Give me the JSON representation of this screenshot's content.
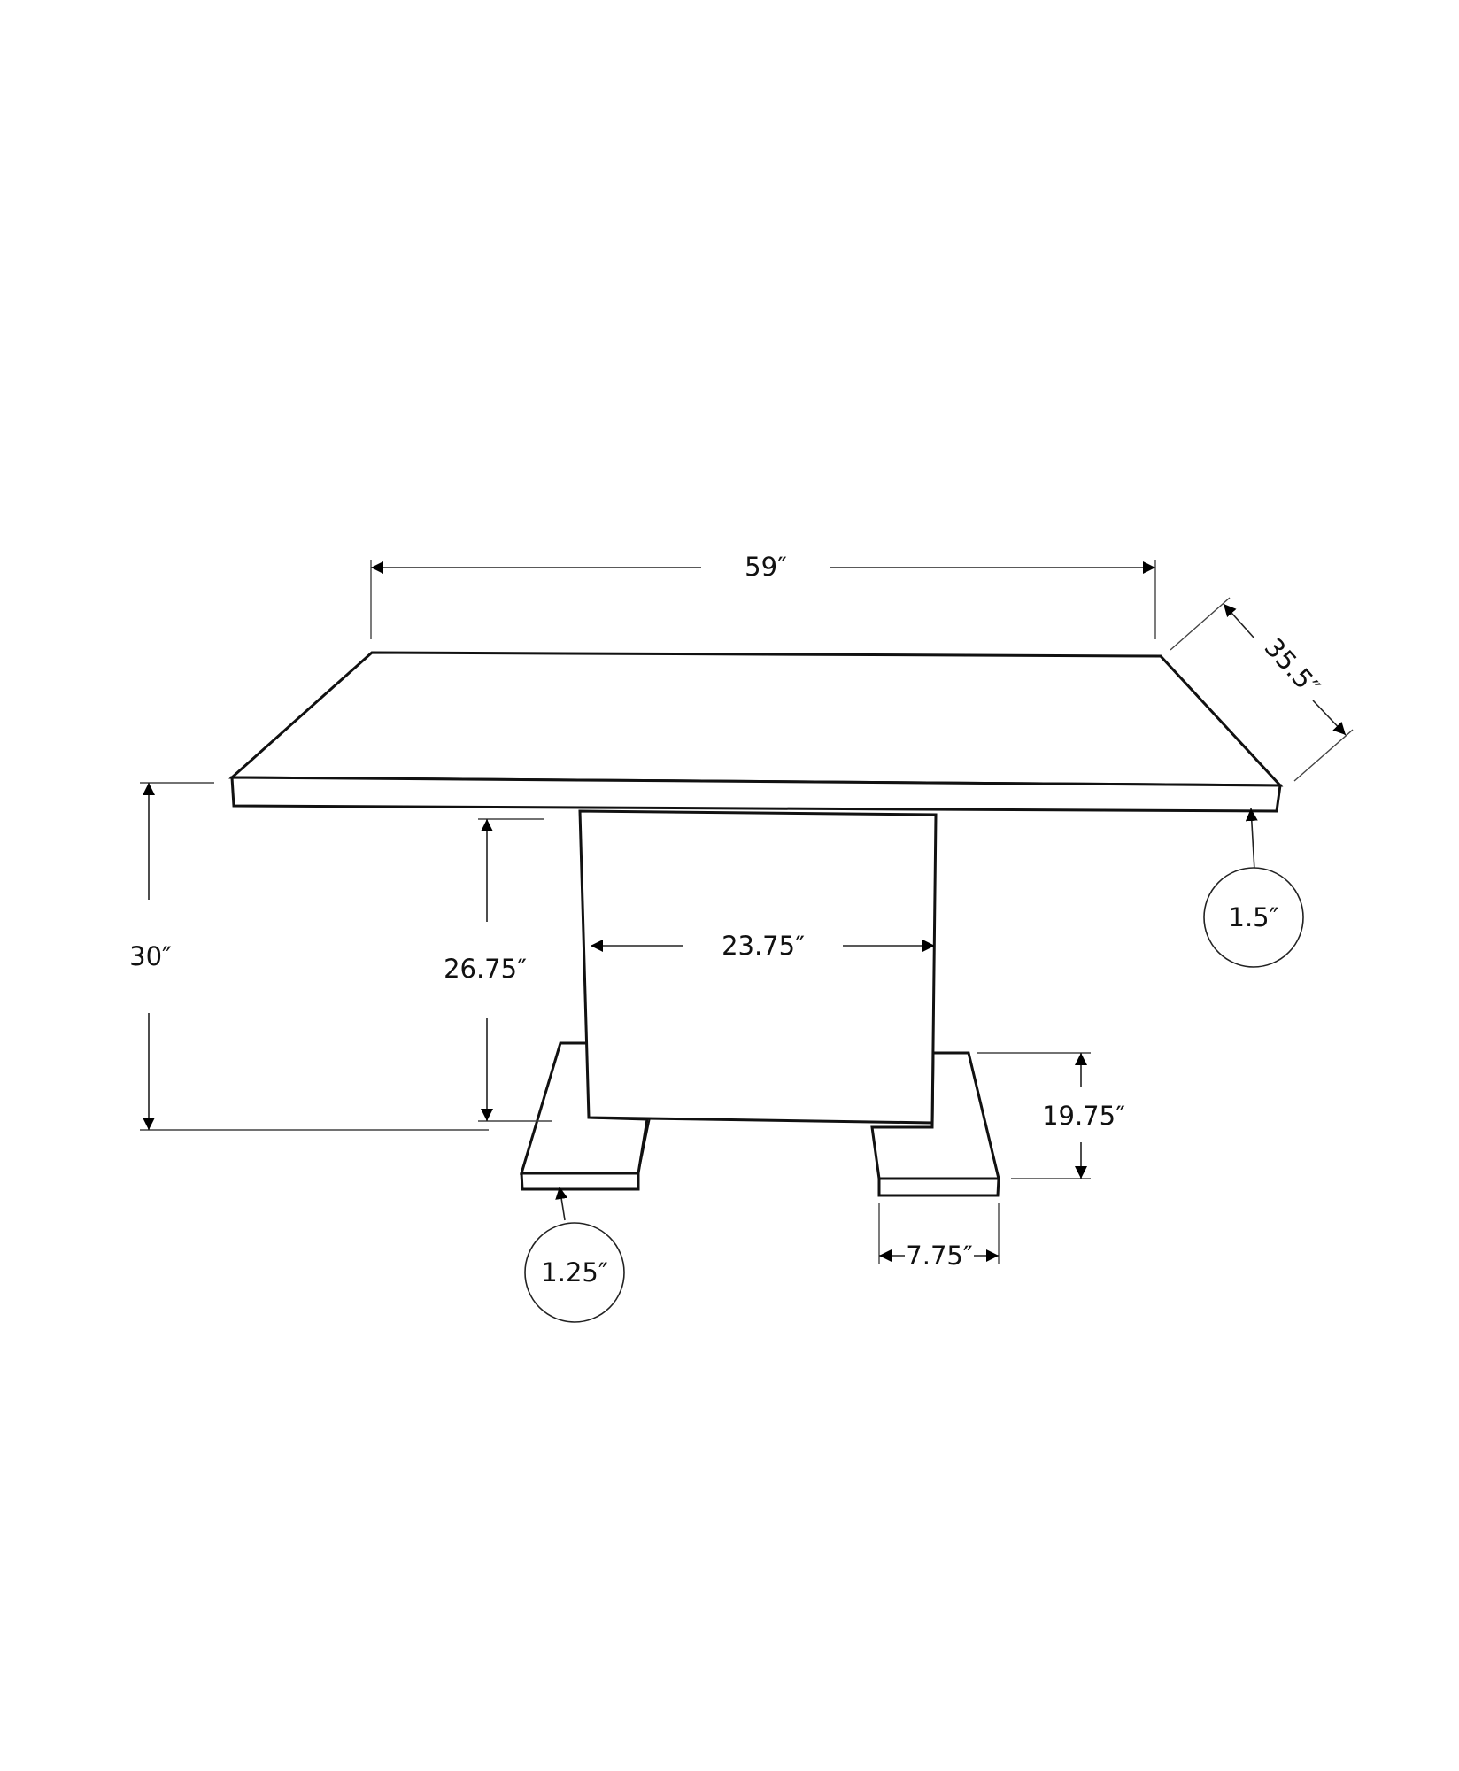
{
  "diagram": {
    "subject": "Pedestal dining table dimension drawing",
    "background_color": "#ffffff",
    "line_color": "#111111",
    "dimensions": {
      "width": "59″",
      "depth": "35.5″",
      "height": "30″",
      "top_thickness": "1.5″",
      "pedestal_height": "26.75″",
      "pedestal_width": "23.75″",
      "foot_length": "19.75″",
      "foot_width": "7.75″",
      "foot_thickness": "1.25″"
    }
  }
}
